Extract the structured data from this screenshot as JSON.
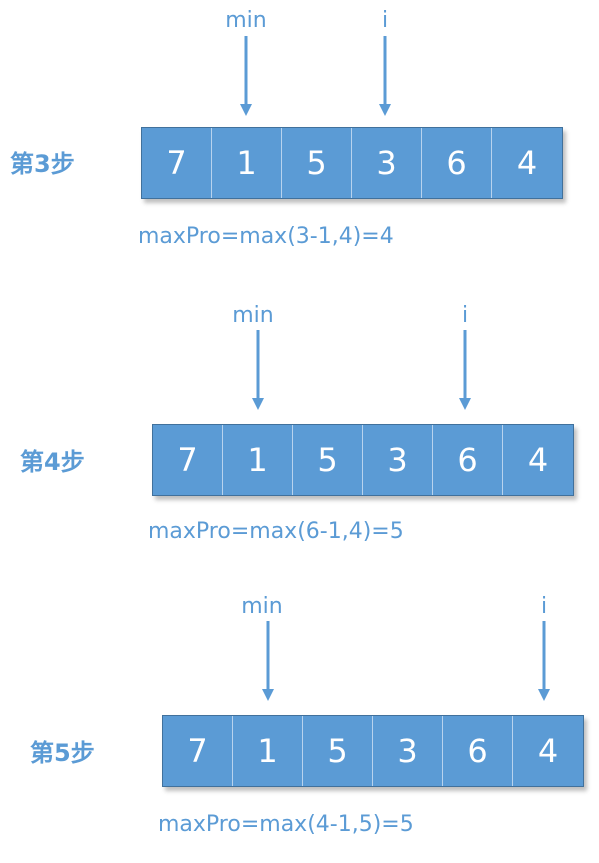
{
  "colors": {
    "accent": "#5b9bd5",
    "cell_fill": "#5b9bd5",
    "cell_text": "#ffffff",
    "cell_divider": "#b8d3ee"
  },
  "array_values": [
    "7",
    "1",
    "5",
    "3",
    "6",
    "4"
  ],
  "steps": [
    {
      "label": "第3步",
      "min_label": "min",
      "i_label": "i",
      "min_index": 1,
      "i_index": 3,
      "formula": "maxPro=max(3-1,4)=4"
    },
    {
      "label": "第4步",
      "min_label": "min",
      "i_label": "i",
      "min_index": 1,
      "i_index": 4,
      "formula": "maxPro=max(6-1,4)=5"
    },
    {
      "label": "第5步",
      "min_label": "min",
      "i_label": "i",
      "min_index": 1,
      "i_index": 5,
      "formula": "maxPro=max(4-1,5)=5"
    }
  ]
}
